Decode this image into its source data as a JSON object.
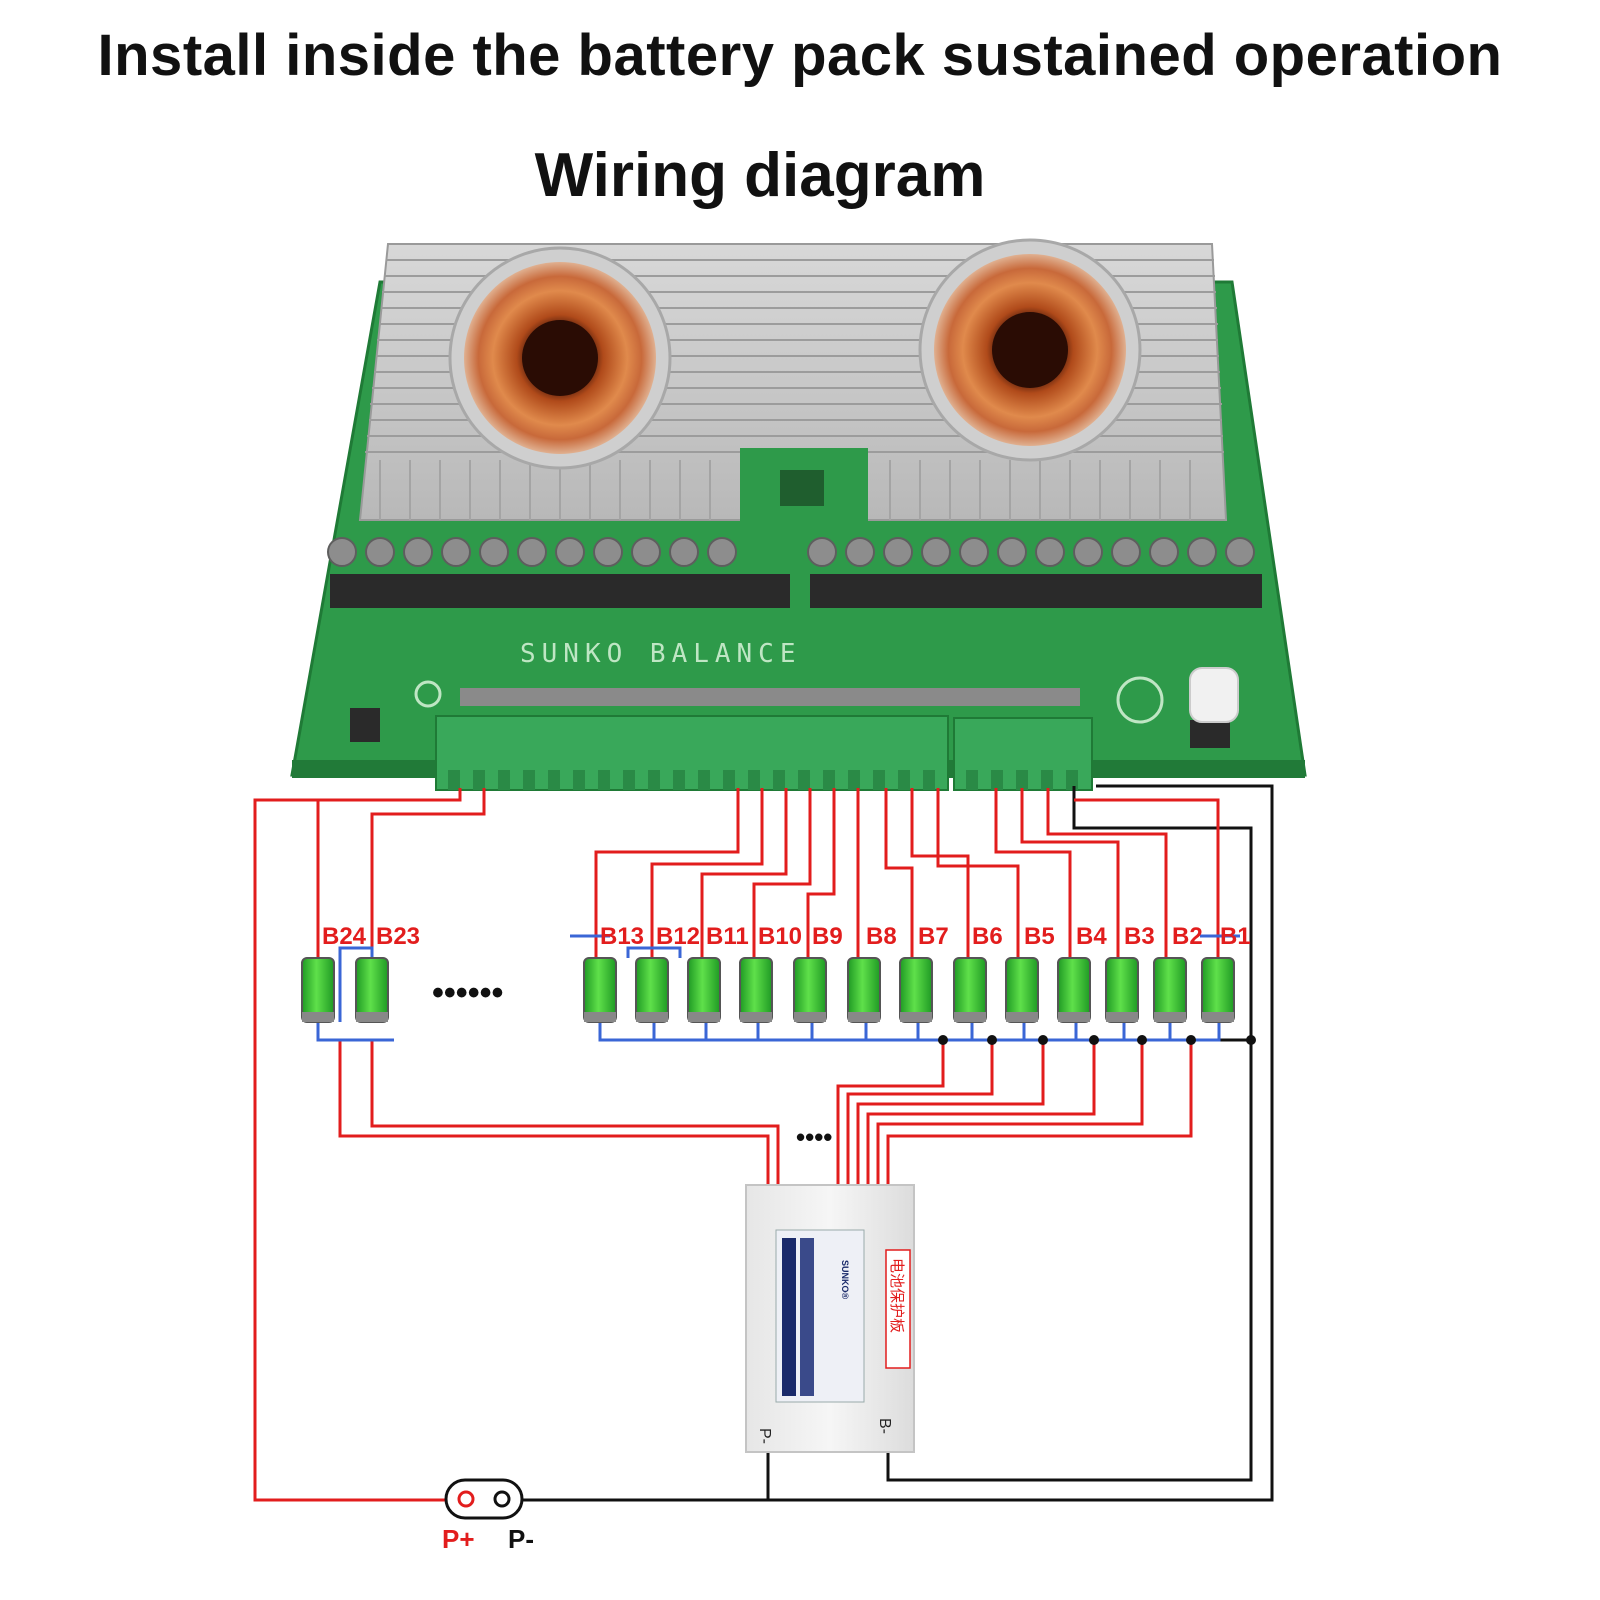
{
  "title": "Install inside the battery pack sustained operation",
  "subtitle": "Wiring diagram",
  "board": {
    "silkscreen": "SUNKO BALANCE"
  },
  "batteries": {
    "left_labels": [
      "B24",
      "B23"
    ],
    "right_labels": [
      "B13",
      "B12",
      "B11",
      "B10",
      "B9",
      "B8",
      "B7",
      "B6",
      "B5",
      "B4",
      "B3",
      "B2",
      "B1"
    ],
    "ellipsis": "••••••"
  },
  "bms": {
    "brand": "SUNKO®",
    "side_label": "电池保护板",
    "terminal_p": "P-",
    "terminal_b": "B-",
    "wires_ellipsis": "••••"
  },
  "output_connector": {
    "p_plus": "P+",
    "p_minus": "P-"
  },
  "colors": {
    "wire_red": "#e21d1d",
    "wire_black": "#111111",
    "wire_blue": "#3a66d6",
    "pcb_green": "#2e9a4a",
    "terminal_green": "#39a85a",
    "cell_green": "#33cc2f"
  }
}
